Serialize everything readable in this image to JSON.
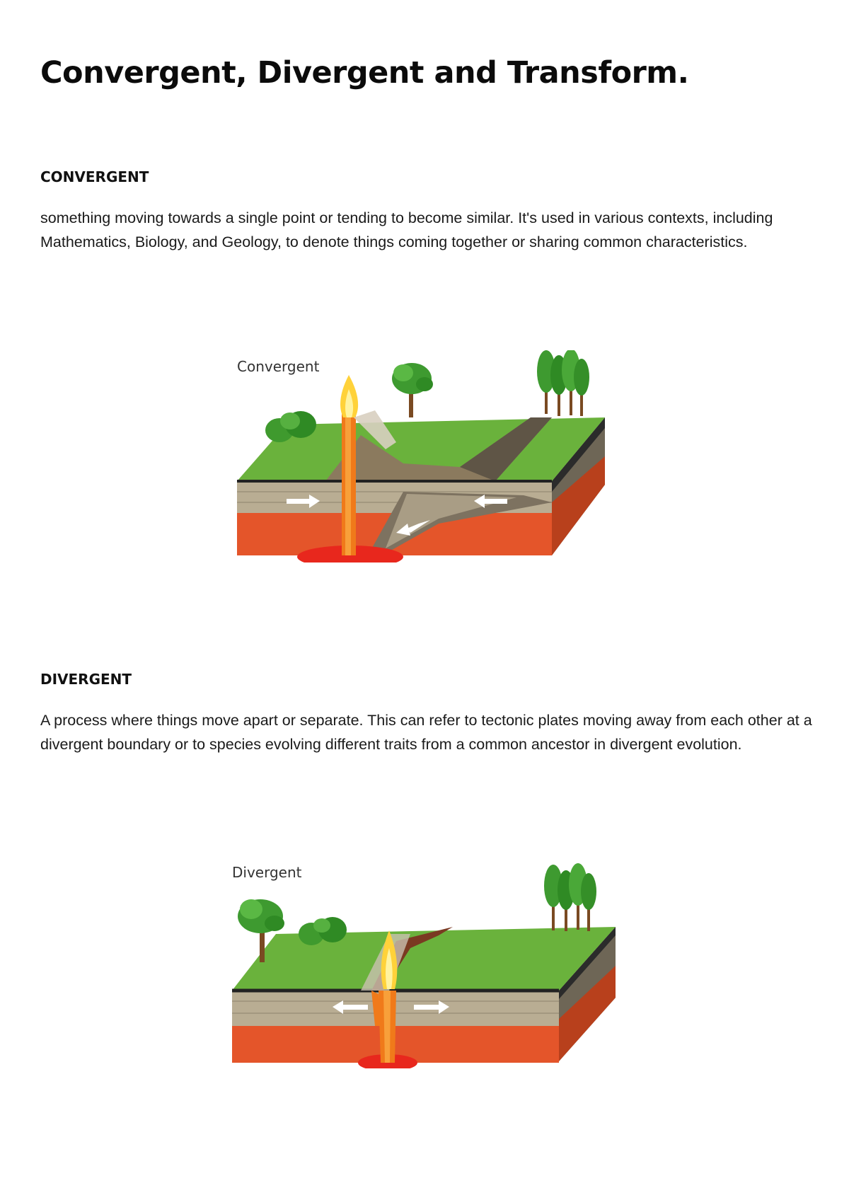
{
  "page": {
    "title": "Convergent, Divergent and Transform."
  },
  "sections": [
    {
      "heading": "CONVERGENT",
      "body": "something moving towards a single point or tending to become similar. It's used in various contexts, including Mathematics, Biology, and Geology, to denote things coming together or sharing common characteristics.",
      "diagram_label": "Convergent"
    },
    {
      "heading": "DIVERGENT",
      "body": "A process where things move apart or separate. This can refer to tectonic plates moving away from each other at a divergent boundary  or to species evolving different traits from a common ancestor in divergent evolution.",
      "diagram_label": "Divergent"
    }
  ],
  "colors": {
    "grass": "#6ab23c",
    "grass_dark": "#4e8f2a",
    "crust": "#b9ad93",
    "crust_side": "#8f846d",
    "mantle": "#e4552a",
    "mantle_side": "#b8401c",
    "lava": "#f07a1a",
    "flame": "#ffd23a"
  }
}
